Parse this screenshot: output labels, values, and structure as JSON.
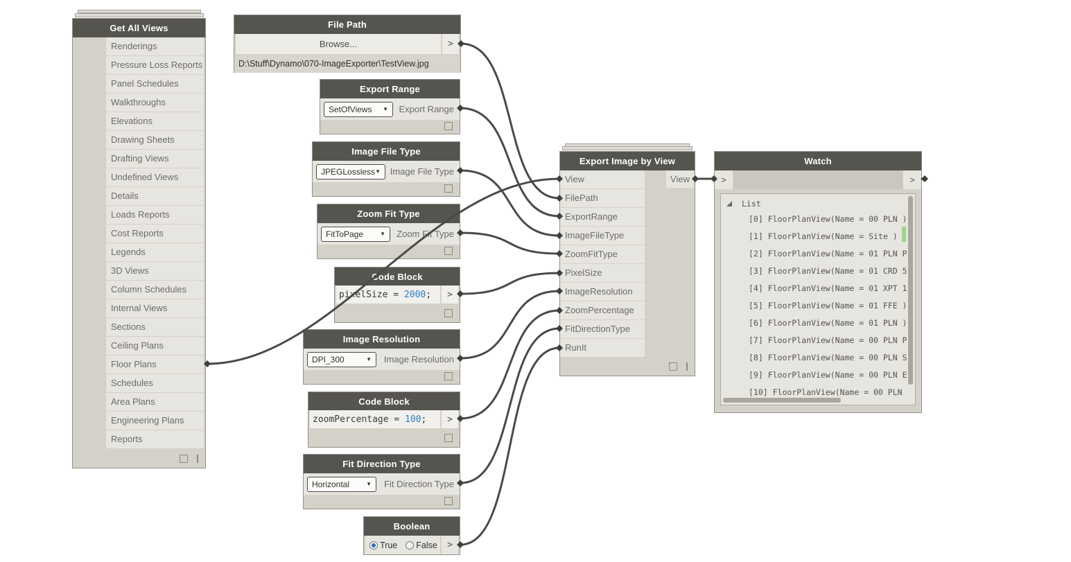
{
  "app": {
    "title": "Dynamo node graph"
  },
  "colors": {
    "canvas_bg": "#ffffff",
    "node_header": "#56544e",
    "node_body": "#d4d1c9",
    "row_bg": "#e7e5df",
    "wire": "#4a4a48",
    "code_number_blue": "#2d7fc1",
    "radio_selected_blue": "#2f6fb5",
    "watch_highlight_green": "#9fd48c"
  },
  "icons": {
    "dropdown_arrow": "▼",
    "expanded_triangle": "lower-right-filled-triangle"
  },
  "nodes": {
    "get_all_views": {
      "title": "Get All Views",
      "items": [
        "Renderings",
        "Pressure Loss Reports",
        "Panel Schedules",
        "Walkthroughs",
        "Elevations",
        "Drawing Sheets",
        "Drafting Views",
        "Undefined Views",
        "Details",
        "Loads Reports",
        "Cost Reports",
        "Legends",
        "3D Views",
        "Column Schedules",
        "Internal Views",
        "Sections",
        "Ceiling Plans",
        "Floor Plans",
        "Schedules",
        "Area Plans",
        "Engineering Plans",
        "Reports"
      ],
      "connected_output": "Floor Plans"
    },
    "file_path": {
      "title": "File Path",
      "browse_label": "Browse...",
      "output_label": ">",
      "path": "D:\\Stuff\\Dynamo\\070-ImageExporter\\TestView.jpg"
    },
    "export_range": {
      "title": "Export Range",
      "selected": "SetOfViews",
      "output_label": "Export Range"
    },
    "image_file_type": {
      "title": "Image File Type",
      "selected": "JPEGLossless",
      "output_label": "Image File Type"
    },
    "zoom_fit_type": {
      "title": "Zoom Fit Type",
      "selected": "FitToPage",
      "output_label": "Zoom Fit Type"
    },
    "code_block_pixel": {
      "title": "Code Block",
      "lhs": "pixelSize = ",
      "value": "2000",
      "suffix": ";",
      "output_label": ">"
    },
    "image_resolution": {
      "title": "Image Resolution",
      "selected": "DPI_300",
      "output_label": "Image Resolution"
    },
    "code_block_zoom": {
      "title": "Code Block",
      "lhs": "zoomPercentage = ",
      "value": "100",
      "suffix": ";",
      "output_label": ">"
    },
    "fit_direction_type": {
      "title": "Fit Direction Type",
      "selected": "Horizontal",
      "output_label": "Fit Direction Type"
    },
    "boolean": {
      "title": "Boolean",
      "option_true": "True",
      "option_false": "False",
      "selected": "True",
      "output_label": ">"
    },
    "export_image": {
      "title": "Export Image by View",
      "inputs": [
        "View",
        "FilePath",
        "ExportRange",
        "ImageFileType",
        "ZoomFitType",
        "PixelSize",
        "ImageResolution",
        "ZoomPercentage",
        "FitDirectionType",
        "RunIt"
      ],
      "output_label": "View"
    },
    "watch": {
      "title": "Watch",
      "input_port": ">",
      "output_port": ">",
      "root_label": "List",
      "items": [
        "[0] FloorPlanView(Name = 00 PLN )",
        "[1] FloorPlanView(Name = Site )",
        "[2] FloorPlanView(Name = 01 PLN P",
        "[3] FloorPlanView(Name = 01 CRD 5",
        "[4] FloorPlanView(Name = 01 XPT 1",
        "[5] FloorPlanView(Name = 01 FFE )",
        "[6] FloorPlanView(Name = 01 PLN )",
        "[7] FloorPlanView(Name = 00 PLN P",
        "[8] FloorPlanView(Name = 00 PLN S",
        "[9] FloorPlanView(Name = 00 PLN E",
        "[10] FloorPlanView(Name = 00 PLN"
      ]
    }
  }
}
